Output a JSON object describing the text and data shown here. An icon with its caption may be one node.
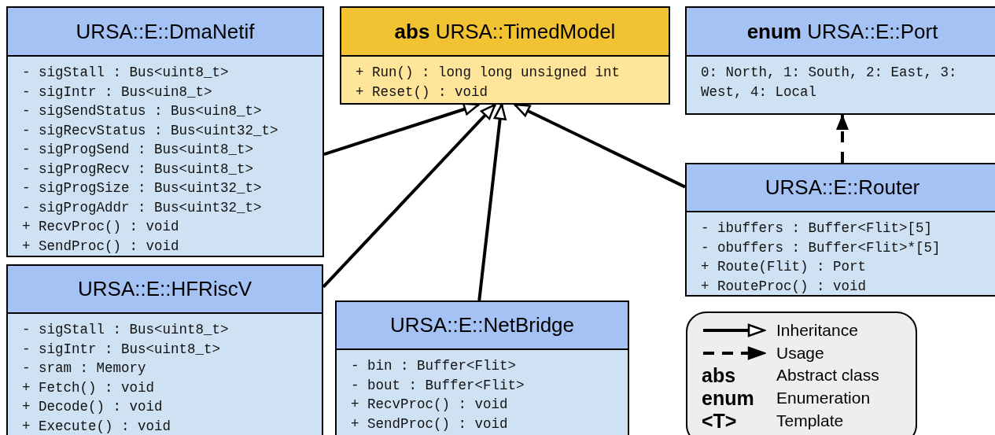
{
  "diagram": {
    "nodes": [
      {
        "text": [
          "URSA::E::DmaNetif",
          "- sigStall : Bus<uint8_t>",
          "- sigIntr : Bus<uin8_t>",
          "- sigSendStatus : Bus<uin8_t>",
          "- sigRecvStatus : Bus<uint32_t>",
          "- sigProgSend : Bus<uint8_t>",
          "- sigProgRecv : Bus<uint8_t>",
          "- sigProgSize : Bus<uint32_t>",
          "- sigProgAddr : Bus<uint32_t>",
          "+ RecvProc() : void",
          "+ SendProc() : void"
        ]
      },
      {
        "text": [
          "**abs** URSA::TimedModel",
          "+ Run() : long long unsigned int",
          "+ Reset() : void"
        ]
      },
      {
        "text": [
          "**enum** URSA::E::Port",
          "0: North, 1: South, 2: East, 3: West, 4: Local"
        ]
      },
      {
        "text": [
          "URSA::E::Router",
          "- ibuffers : Buffer<Flit>[5]",
          "- obuffers : Buffer<Flit>*[5]",
          "+ Route(Flit) : Port",
          "+ RouteProc() : void"
        ]
      },
      {
        "text": [
          "URSA::E::HFRiscV",
          "- sigStall : Bus<uint8_t>",
          "- sigIntr : Bus<uint8_t>",
          "- sram : Memory",
          "+ Fetch() : void",
          "+ Decode() : void",
          "+ Execute() : void"
        ]
      },
      {
        "text": [
          "URSA::E::NetBridge",
          "- bin : Buffer<Flit>",
          "- bout : Buffer<Flit>",
          "+ RecvProc() : void",
          "+ SendProc() : void"
        ]
      }
    ],
    "edges": [
      {
        "from": 0,
        "to": 1,
        "arrow": "to"
      },
      {
        "from": 4,
        "to": 1,
        "arrow": "to"
      },
      {
        "from": 5,
        "to": 1,
        "arrow": "to"
      },
      {
        "from": 3,
        "to": 1,
        "arrow": "to"
      },
      {
        "from": 3,
        "to": 2,
        "arrow": "to",
        "style": "dashed"
      }
    ],
    "labels": [
      "abs",
      "enum",
      "<T>"
    ],
    "legend": [
      {
        "text": "Inheritance"
      },
      {
        "text": "Usage"
      },
      {
        "text": "Abstract class"
      },
      {
        "text": "Enumeration"
      },
      {
        "text": "Template"
      }
    ]
  }
}
